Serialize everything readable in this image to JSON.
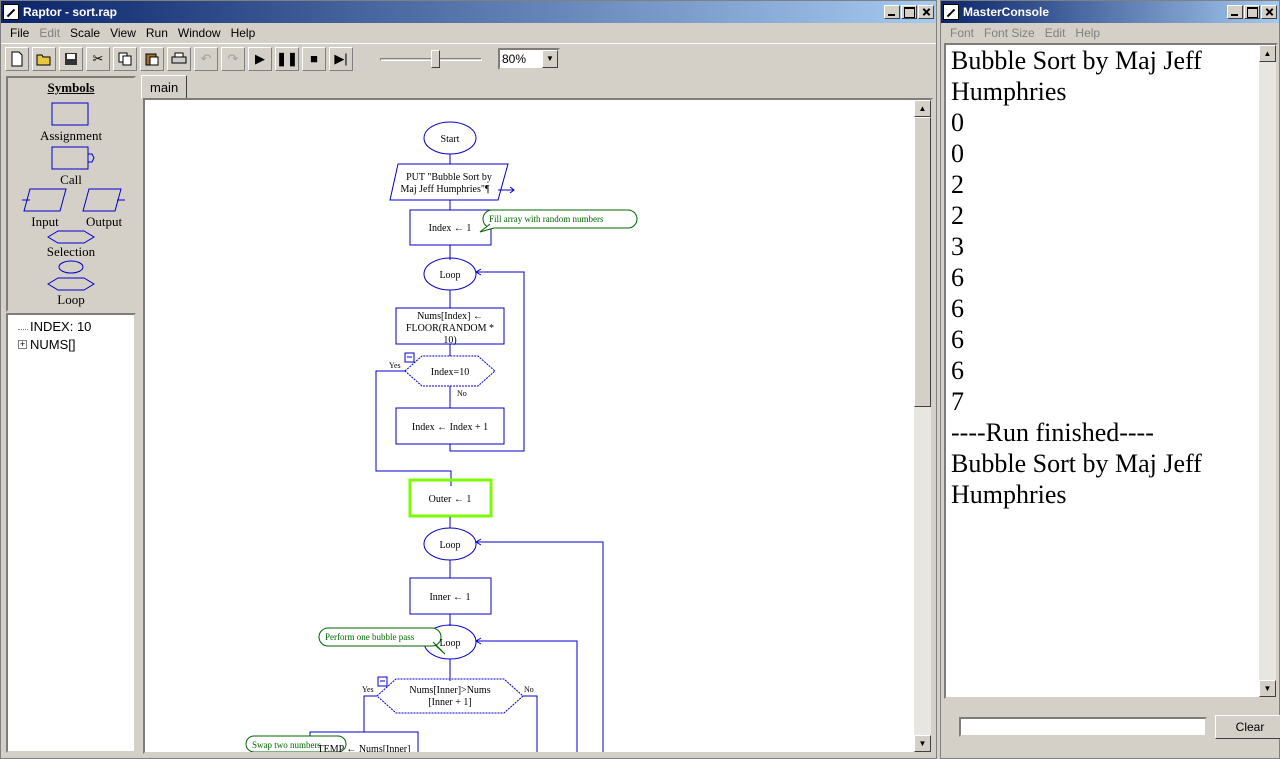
{
  "raptor": {
    "title": "Raptor - sort.rap",
    "menu": [
      "File",
      "Edit",
      "Scale",
      "View",
      "Run",
      "Window",
      "Help"
    ],
    "zoom": "80%",
    "tab": "main",
    "symbols": {
      "title": "Symbols",
      "assignment": "Assignment",
      "call": "Call",
      "input": "Input",
      "output": "Output",
      "selection": "Selection",
      "loop": "Loop"
    },
    "vars": [
      "INDEX: 10",
      "NUMS[]"
    ],
    "flow": {
      "start": "Start",
      "put1": "PUT \"Bubble Sort by",
      "put2": "Maj Jeff Humphries\"¶",
      "comment1": "Fill array with random numbers",
      "index1": "Index ← 1",
      "loop1": "Loop",
      "nums1": "Nums[Index] ←",
      "nums2": "FLOOR(RANDOM *",
      "nums3": "10)",
      "yes1": "Yes",
      "cond1": "Index=10",
      "no1": "No",
      "inc1": "Index ← Index + 1",
      "outer": "Outer ← 1",
      "loop2": "Loop",
      "inner": "Inner ← 1",
      "comment2": "Perform one bubble pass",
      "loop3": "Loop",
      "yes2": "Yes",
      "cond2a": "Nums[Inner]>Nums",
      "cond2b": "[Inner + 1]",
      "no2": "No",
      "comment3": "Swap two numbers",
      "temp": "TEMP ← Nums[Inner]"
    }
  },
  "console": {
    "title": "MasterConsole",
    "menu": [
      "Font",
      "Font Size",
      "Edit",
      "Help"
    ],
    "lines": [
      "Bubble Sort by Maj Jeff",
      "Humphries",
      "0",
      "0",
      "2",
      "2",
      "3",
      "6",
      "6",
      "6",
      "6",
      "7",
      "----Run finished----",
      "Bubble Sort by Maj Jeff",
      "Humphries"
    ],
    "clear": "Clear"
  },
  "colors": {
    "flow": "#0000cc",
    "comment": "#006600",
    "highlight": "#7cfc00"
  }
}
